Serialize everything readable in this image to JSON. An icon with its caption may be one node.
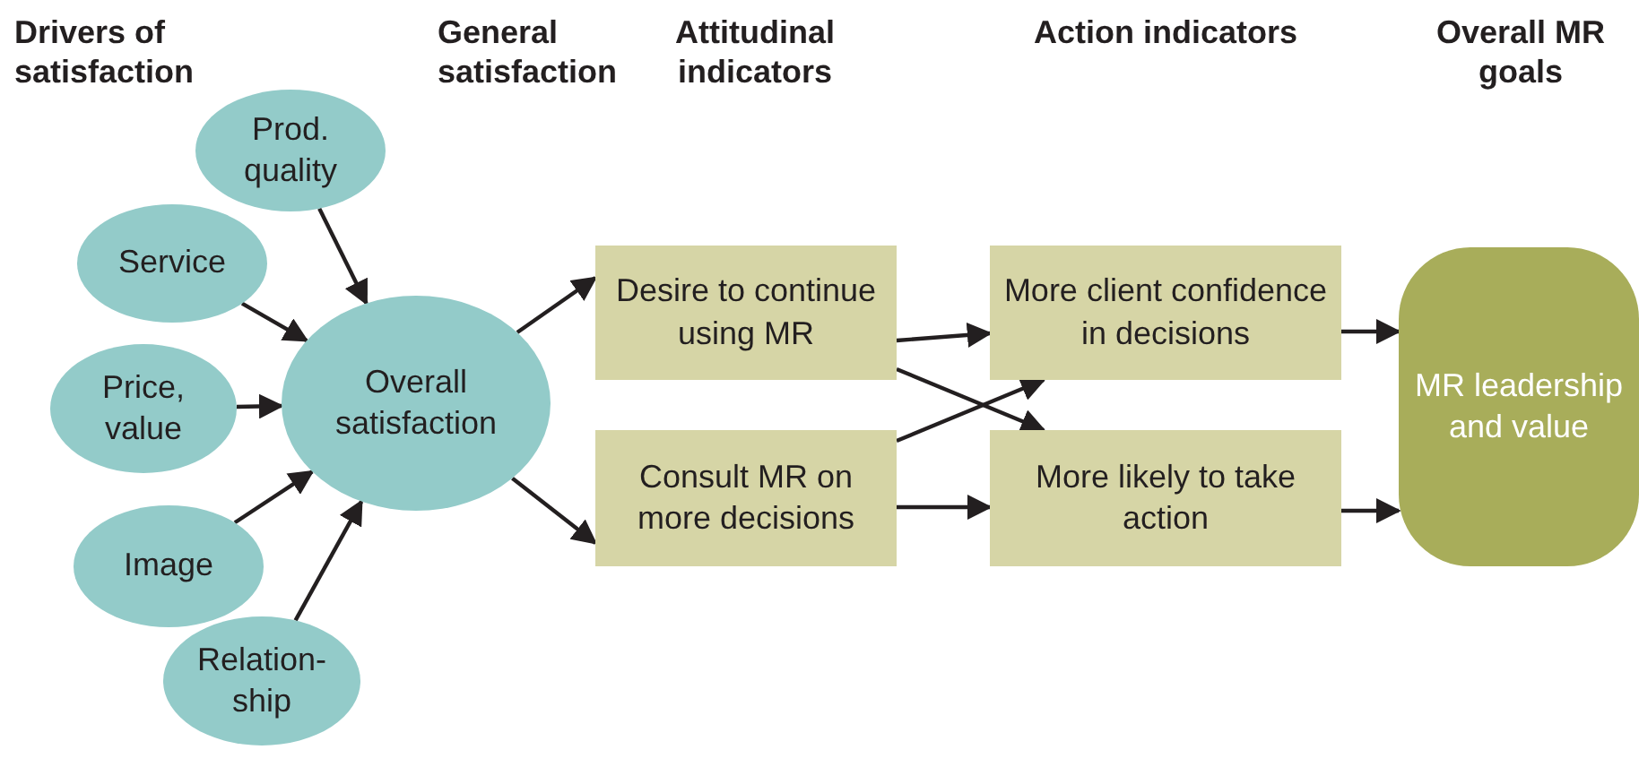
{
  "diagram": {
    "nodes": [
      {
        "text": [
          "Prod. quality"
        ]
      },
      {
        "text": [
          "Service"
        ]
      },
      {
        "text": [
          "Price, value"
        ]
      },
      {
        "text": [
          "Image"
        ]
      },
      {
        "text": [
          "Relation-ship"
        ]
      },
      {
        "text": [
          "Overall satisfaction"
        ]
      },
      {
        "text": [
          "Desire to continue using MR"
        ]
      },
      {
        "text": [
          "Consult MR on more decisions"
        ]
      },
      {
        "text": [
          "More client confidence in decisions"
        ]
      },
      {
        "text": [
          "More likely to take action"
        ]
      },
      {
        "text": [
          "MR leadership and value"
        ]
      }
    ],
    "edges": [
      {
        "from": 0,
        "to": 5,
        "arrow": "to"
      },
      {
        "from": 1,
        "to": 5,
        "arrow": "to"
      },
      {
        "from": 2,
        "to": 5,
        "arrow": "to"
      },
      {
        "from": 3,
        "to": 5,
        "arrow": "to"
      },
      {
        "from": 4,
        "to": 5,
        "arrow": "to"
      },
      {
        "from": 5,
        "to": 6,
        "arrow": "to"
      },
      {
        "from": 5,
        "to": 7,
        "arrow": "to"
      },
      {
        "from": 6,
        "to": 8,
        "arrow": "to"
      },
      {
        "from": 6,
        "to": 9,
        "arrow": "to"
      },
      {
        "from": 7,
        "to": 8,
        "arrow": "to"
      },
      {
        "from": 7,
        "to": 9,
        "arrow": "to"
      },
      {
        "from": 8,
        "to": 10,
        "arrow": "to"
      },
      {
        "from": 9,
        "to": 10,
        "arrow": "to"
      }
    ],
    "labels": [
      "Drivers of satisfaction",
      "General satisfaction",
      "Attitudinal indicators",
      "Action indicators",
      "Overall MR goals"
    ]
  }
}
